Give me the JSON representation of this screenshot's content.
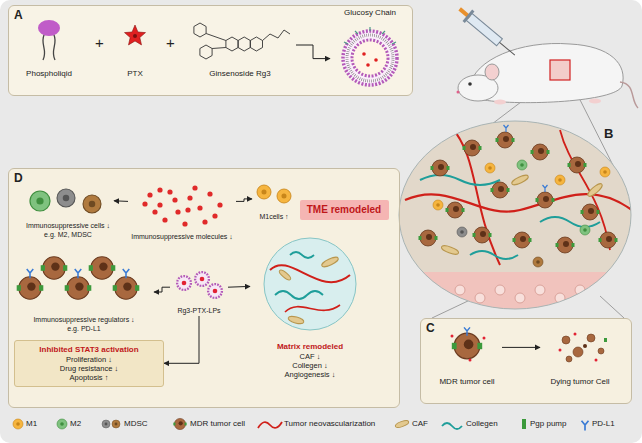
{
  "diagram": {
    "nodes": [
      {
        "text": [
          "A"
        ]
      },
      {
        "text": [
          "Phospholiqid"
        ],
        "in": 0
      },
      {
        "text": [
          "PTX"
        ],
        "in": 0
      },
      {
        "text": [
          "Ginsenoside Rg3"
        ],
        "in": 0
      },
      {
        "text": [
          "Glucosy Chain"
        ],
        "in": 0
      },
      {
        "text": [
          "D"
        ]
      },
      {
        "text": [
          "Immunosuppressive cells ↓",
          "e.g. M2, MDSC"
        ],
        "in": 5
      },
      {
        "text": [
          "Immunosuppressive molecules ↓"
        ],
        "in": 5
      },
      {
        "text": [
          "M1cells ↑"
        ],
        "in": 5
      },
      {
        "text": [
          "TME remodeled"
        ],
        "in": 5
      },
      {
        "text": [
          "Immunosuppressive regulators ↓",
          "e.g. PD-L1"
        ],
        "in": 5
      },
      {
        "text": [
          "Rg3-PTX-LPs"
        ],
        "in": 5
      },
      {
        "text": [
          "Inhibited STAT3 activation",
          "Proliferation ↓",
          "Drug resistance ↓",
          "Apoptosis ↑"
        ],
        "in": 5
      },
      {
        "text": [
          "Matrix remodeled",
          "CAF ↓",
          "Collegen ↓",
          "Angiogenesis ↓"
        ],
        "in": 5
      },
      {
        "text": [
          "C"
        ]
      },
      {
        "text": [
          "MDR tumor cell"
        ],
        "in": 14
      },
      {
        "text": [
          "Dying tumor Cell"
        ],
        "in": 14
      }
    ],
    "edges": [
      {
        "from": 3,
        "to": 4,
        "arrow": "to"
      },
      {
        "from": 7,
        "to": 6,
        "arrow": "to"
      },
      {
        "from": 7,
        "to": 8,
        "arrow": "to"
      },
      {
        "from": 11,
        "to": 10,
        "arrow": "to"
      },
      {
        "from": 11,
        "to": 13,
        "arrow": "to"
      },
      {
        "from": 11,
        "to": 12,
        "arrow": "to"
      },
      {
        "from": 15,
        "to": 16,
        "arrow": "to"
      }
    ],
    "labels": [
      "+",
      "+",
      "B"
    ],
    "legend": [
      {
        "text": "M1"
      },
      {
        "text": "M2"
      },
      {
        "text": "MDSC"
      },
      {
        "text": "MDR tumor cell"
      },
      {
        "text": "Tumor neovascularization"
      },
      {
        "text": "CAF"
      },
      {
        "text": "Collegen"
      },
      {
        "text": "Pgp pump"
      },
      {
        "text": "PD-L1"
      }
    ]
  }
}
